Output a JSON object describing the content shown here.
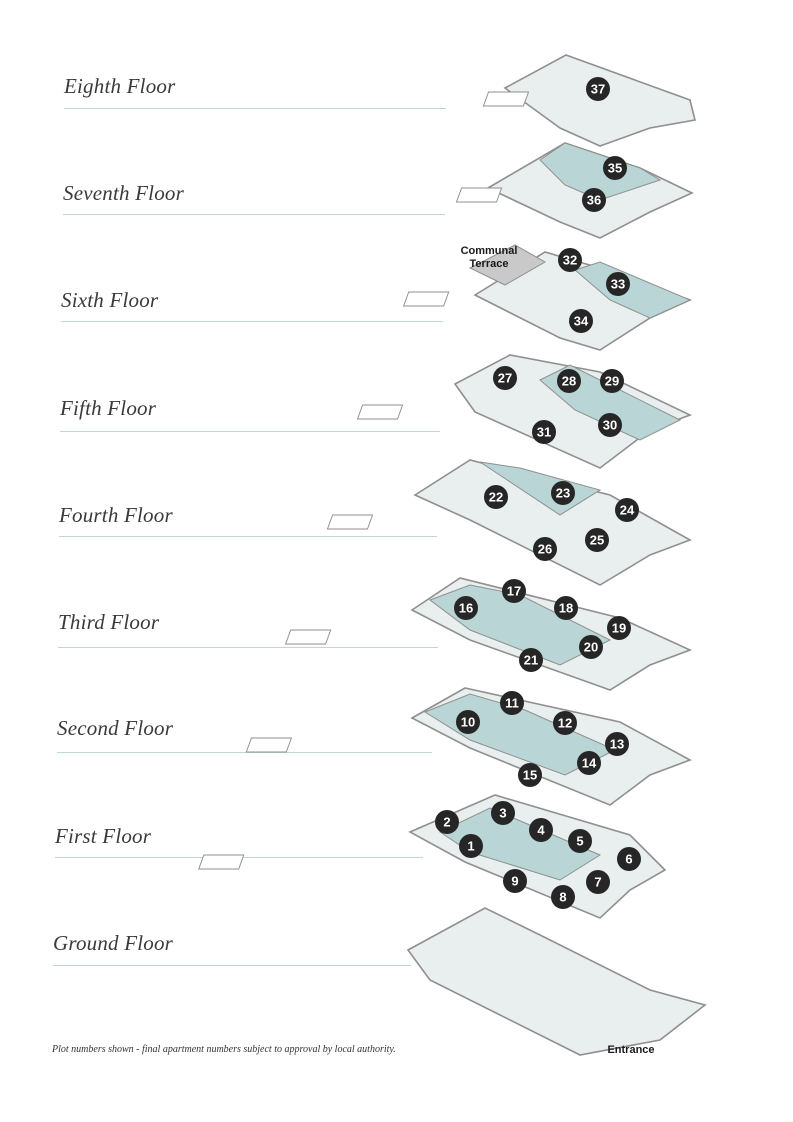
{
  "floors": [
    {
      "id": "eighth",
      "label": "Eighth Floor",
      "plots": [
        "37"
      ]
    },
    {
      "id": "seventh",
      "label": "Seventh Floor",
      "plots": [
        "35",
        "36"
      ]
    },
    {
      "id": "sixth",
      "label": "Sixth Floor",
      "plots": [
        "32",
        "33",
        "34"
      ]
    },
    {
      "id": "fifth",
      "label": "Fifth Floor",
      "plots": [
        "27",
        "28",
        "29",
        "30",
        "31"
      ]
    },
    {
      "id": "fourth",
      "label": "Fourth Floor",
      "plots": [
        "22",
        "23",
        "24",
        "25",
        "26"
      ]
    },
    {
      "id": "third",
      "label": "Third Floor",
      "plots": [
        "16",
        "17",
        "18",
        "19",
        "20",
        "21"
      ]
    },
    {
      "id": "second",
      "label": "Second Floor",
      "plots": [
        "10",
        "11",
        "12",
        "13",
        "14",
        "15"
      ]
    },
    {
      "id": "first",
      "label": "First Floor",
      "plots": [
        "1",
        "2",
        "3",
        "4",
        "5",
        "6",
        "7",
        "8",
        "9"
      ]
    },
    {
      "id": "ground",
      "label": "Ground Floor",
      "plots": []
    }
  ],
  "callouts": {
    "communal_terrace_line1": "Communal",
    "communal_terrace_line2": "Terrace",
    "entrance": "Entrance"
  },
  "footnote": "Plot numbers shown - final apartment numbers subject to approval by local authority.",
  "colors": {
    "teal_fill": "#b9d5d5",
    "light_fill": "#e9eeee",
    "outline": "#8f8f8f",
    "plot_marker": "#262626",
    "terrace_fill": "#c9c9c9"
  }
}
